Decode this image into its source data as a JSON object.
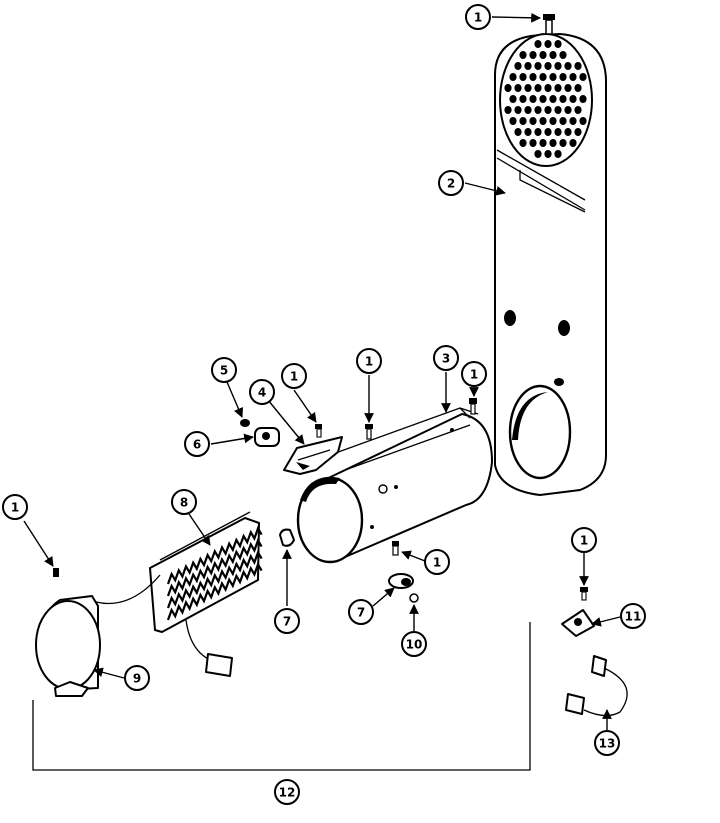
{
  "callouts": {
    "c1_top": "1",
    "c2": "2",
    "c3": "3",
    "c1_drum_top": "1",
    "c1_drum_right": "1",
    "c4": "4",
    "c5": "5",
    "c1_bracket": "1",
    "c6": "6",
    "c1_left": "1",
    "c8": "8",
    "c7_left": "7",
    "c1_drum_bottom": "1",
    "c7_right": "7",
    "c10": "10",
    "c9": "9",
    "c1_right": "1",
    "c11": "11",
    "c13": "13",
    "c12": "12"
  },
  "colors": {
    "line": "#000000",
    "background": "#ffffff"
  }
}
